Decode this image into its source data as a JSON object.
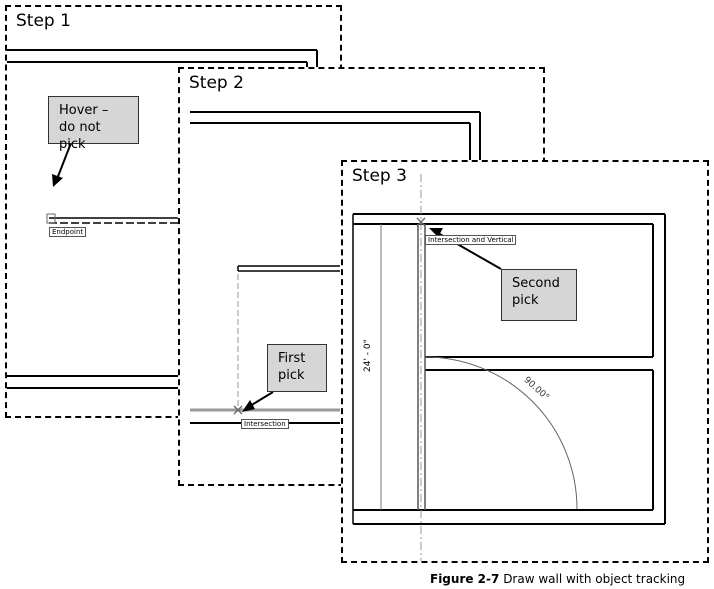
{
  "figure": {
    "number": "Figure 2-7",
    "caption": "Draw wall with object tracking"
  },
  "panels": [
    {
      "title": "Step 1",
      "callout": "Hover – do not pick",
      "snap_tag": "Endpoint"
    },
    {
      "title": "Step 2",
      "callout": "First pick",
      "snap_tag": "Intersection"
    },
    {
      "title": "Step 3",
      "callout": "Second pick",
      "snap_tag": "Intersection and Vertical",
      "dimension": "24' - 0\"",
      "angle": "90.00°"
    }
  ],
  "colors": {
    "stroke": "#000000",
    "callout_fill": "#d6d6d6",
    "tracking_line": "#9a9a9a"
  }
}
